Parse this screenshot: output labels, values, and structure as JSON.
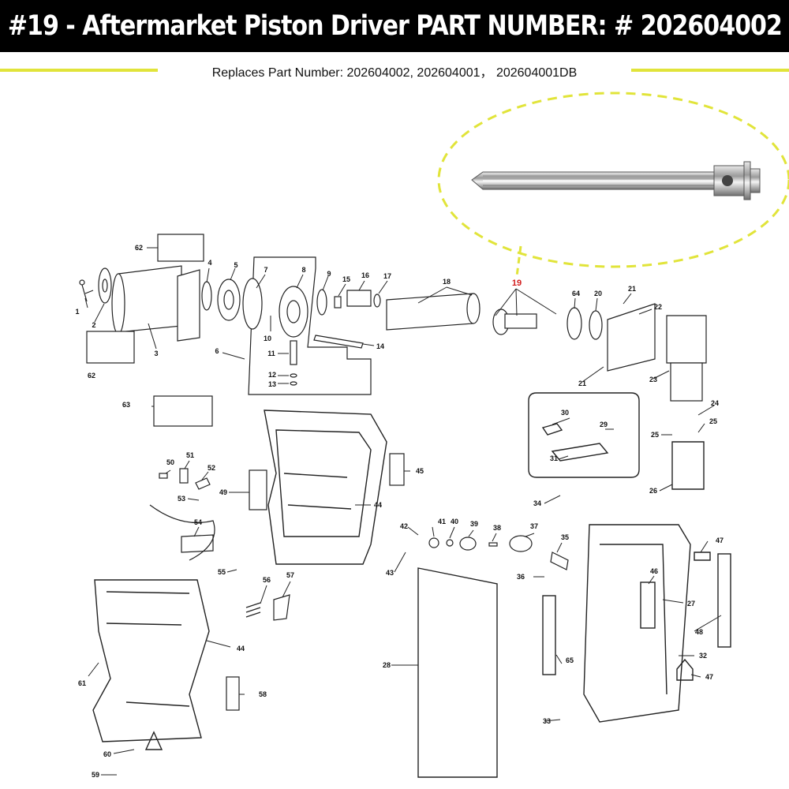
{
  "header": {
    "title": "#19 - Aftermarket Piston Driver PART NUMBER: # 202604002"
  },
  "subheader": {
    "text": "Replaces Part Number: 202604002, 202604001， 202604001DB"
  },
  "colors": {
    "accent": "#e1e43a",
    "highlight_label": "#d21c1c",
    "header_bg": "#000000"
  },
  "callouts": {
    "c62a": "62",
    "c1": "1",
    "c2": "2",
    "c3": "3",
    "c4": "4",
    "c5": "5",
    "c6": "6",
    "c7": "7",
    "c8": "8",
    "c9": "9",
    "c10": "10",
    "c11": "11",
    "c12": "12",
    "c13": "13",
    "c14": "14",
    "c15": "15",
    "c16": "16",
    "c17": "17",
    "c18": "18",
    "c19": "19",
    "c20": "20",
    "c21a": "21",
    "c21b": "21",
    "c22": "22",
    "c23": "23",
    "c24": "24",
    "c25a": "25",
    "c25b": "25",
    "c26": "26",
    "c27": "27",
    "c28": "28",
    "c29": "29",
    "c30": "30",
    "c31": "31",
    "c32": "32",
    "c33": "33",
    "c34": "34",
    "c35": "35",
    "c36": "36",
    "c37": "37",
    "c38": "38",
    "c39": "39",
    "c40": "40",
    "c41": "41",
    "c42": "42",
    "c43": "43",
    "c44a": "44",
    "c44b": "44",
    "c45": "45",
    "c46": "46",
    "c47a": "47",
    "c47b": "47",
    "c48": "48",
    "c49": "49",
    "c50": "50",
    "c51": "51",
    "c52": "52",
    "c53": "53",
    "c54": "54",
    "c55": "55",
    "c56": "56",
    "c57": "57",
    "c58": "58",
    "c59": "59",
    "c60": "60",
    "c61": "61",
    "c62b": "62",
    "c63": "63",
    "c64": "64",
    "c65": "65"
  }
}
